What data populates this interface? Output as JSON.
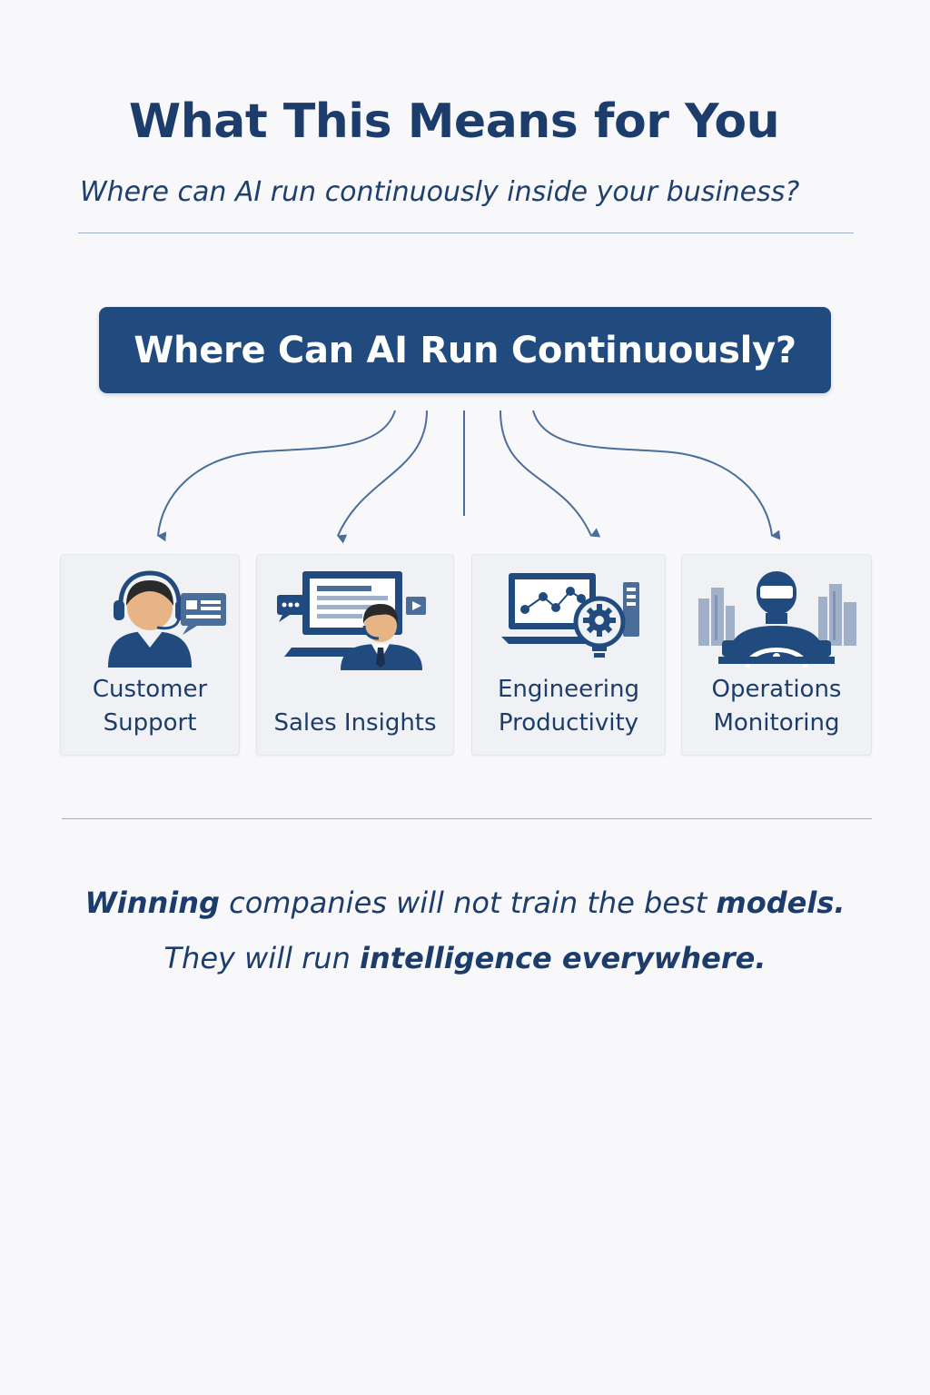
{
  "header": {
    "title": "What This Means for You",
    "subtitle": "Where can AI run continuously inside your business?"
  },
  "banner": {
    "text": "Where Can AI Run Continuously?"
  },
  "cards": [
    {
      "line1": "Customer",
      "line2": "Support",
      "icon": "customer-support-headset-icon"
    },
    {
      "line1": "Sales Insights",
      "icon": "sales-presentation-icon"
    },
    {
      "line1": "Engineering",
      "line2": "Productivity",
      "icon": "engineering-laptop-gear-icon"
    },
    {
      "line1": "Operations",
      "line2": "Monitoring",
      "icon": "operations-robot-icon"
    }
  ],
  "closing": {
    "line1": {
      "w1": "Winning",
      "w2": " companies will not train the best ",
      "w3": "models."
    },
    "line2": {
      "w1": "They will run ",
      "w2": "intelligence everywhere."
    }
  },
  "colors": {
    "primary": "#214a7e",
    "text": "#1c3d6b",
    "arrow": "#4a6d9a",
    "skin": "#e7b486",
    "background": "#f8f8fb"
  }
}
